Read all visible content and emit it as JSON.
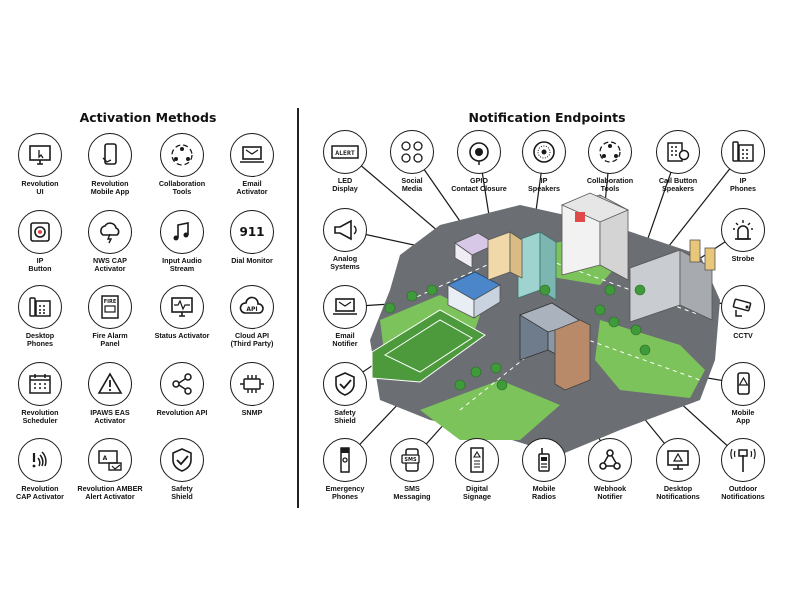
{
  "headings": {
    "activation": "Activation Methods",
    "endpoints": "Notification Endpoints"
  },
  "activation_methods": [
    {
      "label": "Revolution\nUI",
      "icon": "monitor-touch-icon"
    },
    {
      "label": "Revolution\nMobile App",
      "icon": "phone-touch-icon"
    },
    {
      "label": "Collaboration\nTools",
      "icon": "collaboration-icon"
    },
    {
      "label": "Email\nActivator",
      "icon": "laptop-email-icon"
    },
    {
      "label": "IP\nButton",
      "icon": "ip-button-icon"
    },
    {
      "label": "NWS CAP\nActivator",
      "icon": "cloud-lightning-icon"
    },
    {
      "label": "Input Audio\nStream",
      "icon": "music-note-icon"
    },
    {
      "label": "Dial Monitor",
      "icon": "911-icon",
      "text": "911"
    },
    {
      "label": "Desktop\nPhones",
      "icon": "desk-phone-icon"
    },
    {
      "label": "Fire Alarm\nPanel",
      "icon": "fire-panel-icon",
      "text": "FIRE"
    },
    {
      "label": "Status Activator",
      "icon": "status-monitor-icon"
    },
    {
      "label": "Cloud API\n(Third Party)",
      "icon": "cloud-api-icon",
      "text": "API"
    },
    {
      "label": "Revolution\nScheduler",
      "icon": "calendar-icon"
    },
    {
      "label": "IPAWS EAS\nActivator",
      "icon": "warning-triangle-icon"
    },
    {
      "label": "Revolution API",
      "icon": "share-nodes-icon"
    },
    {
      "label": "SNMP",
      "icon": "snmp-icon"
    },
    {
      "label": "Revolution\nCAP Activator",
      "icon": "cap-alert-icon"
    },
    {
      "label": "Revolution AMBER\nAlert Activator",
      "icon": "amber-alert-icon"
    },
    {
      "label": "Safety\nShield",
      "icon": "shield-check-icon"
    }
  ],
  "notification_endpoints": [
    {
      "label": "LED\nDisplay",
      "icon": "led-display-icon",
      "text": "ALERT"
    },
    {
      "label": "Social\nMedia",
      "icon": "social-media-icon"
    },
    {
      "label": "GPIO\nContact Closure",
      "icon": "gpio-icon"
    },
    {
      "label": "IP\nSpeakers",
      "icon": "ip-speaker-icon"
    },
    {
      "label": "Collaboration\nTools",
      "icon": "collaboration-icon"
    },
    {
      "label": "Call Button\nSpeakers",
      "icon": "call-button-icon"
    },
    {
      "label": "IP\nPhones",
      "icon": "ip-phone-icon"
    },
    {
      "label": "Analog\nSystems",
      "icon": "megaphone-icon"
    },
    {
      "label": "Strobe",
      "icon": "strobe-icon"
    },
    {
      "label": "Email\nNotifier",
      "icon": "laptop-email-icon"
    },
    {
      "label": "CCTV",
      "icon": "cctv-icon"
    },
    {
      "label": "Safety\nShield",
      "icon": "shield-check-icon"
    },
    {
      "label": "Mobile\nApp",
      "icon": "phone-alert-icon"
    },
    {
      "label": "Emergency\nPhones",
      "icon": "emergency-phone-icon"
    },
    {
      "label": "SMS\nMessaging",
      "icon": "sms-icon",
      "text": "SMS"
    },
    {
      "label": "Digital\nSignage",
      "icon": "digital-signage-icon"
    },
    {
      "label": "Mobile\nRadios",
      "icon": "radio-icon"
    },
    {
      "label": "Webhook\nNotifier",
      "icon": "webhook-icon"
    },
    {
      "label": "Desktop\nNotifications",
      "icon": "desktop-alert-icon"
    },
    {
      "label": "Outdoor\nNotifications",
      "icon": "outdoor-siren-icon"
    }
  ],
  "colors": {
    "outline": "#1a1a1a",
    "road": "#6b6e73",
    "grass": "#7dc35b",
    "sports_field": "#4c9a3b",
    "building_gray": "#b9bcc0",
    "glass_teal": "#9fd3cf",
    "accent_red": "#e04a4a",
    "roof_blue": "#4a86c9"
  }
}
